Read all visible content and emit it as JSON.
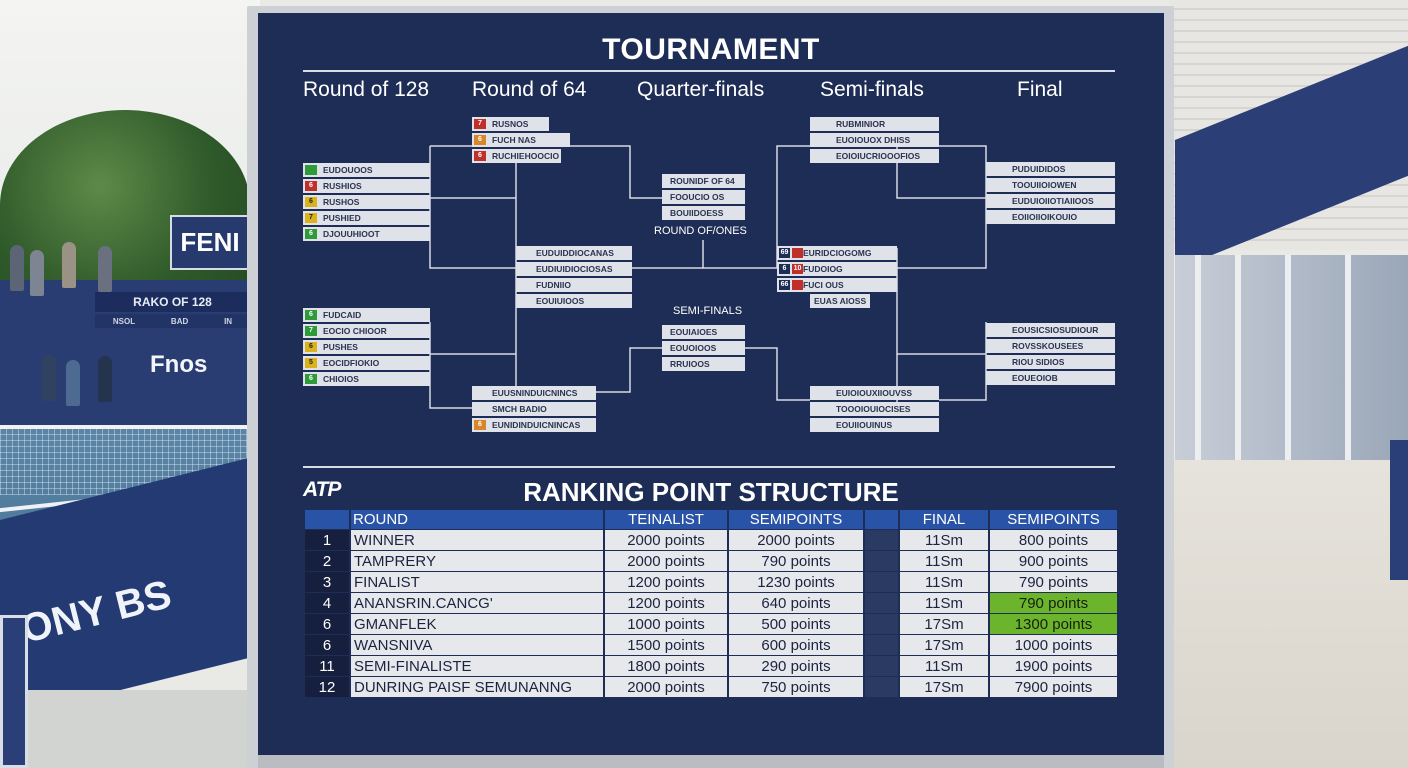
{
  "scene": {
    "venue_sign": "FENI",
    "stand_banner": "RAKO OF 128",
    "stand_logos": [
      "NSOL",
      "BAD",
      "IN"
    ],
    "stand_word": "Fnos",
    "barrier_word": "ONY BS"
  },
  "board": {
    "title": "TOURNAMENT",
    "rounds": [
      "Round of 128",
      "Round of 64",
      "Quarter-finals",
      "Semi-finals",
      "Final"
    ],
    "brackets": {
      "r128_top": [
        {
          "name": "EUDOUOOS",
          "flag": "green",
          "flag_text": ""
        },
        {
          "name": "RUSHIOS",
          "flag": "red",
          "flag_text": "6"
        },
        {
          "name": "RUSHOS",
          "flag": "yellow",
          "flag_text": "6"
        },
        {
          "name": "PUSHIED",
          "flag": "yellow",
          "flag_text": "7"
        },
        {
          "name": "DJOUUHIOOT",
          "flag": "green",
          "flag_text": "6"
        }
      ],
      "r128_bottom": [
        {
          "name": "FUDCAID",
          "flag": "green",
          "flag_text": "6"
        },
        {
          "name": "EOCIO CHIOOR",
          "flag": "green",
          "flag_text": "7"
        },
        {
          "name": "PUSHES",
          "flag": "yellow",
          "flag_text": "6"
        },
        {
          "name": "EOCIDFIOKIO",
          "flag": "yellow",
          "flag_text": "5"
        },
        {
          "name": "CHIOIOS",
          "flag": "green",
          "flag_text": "6"
        }
      ],
      "r64_top": [
        {
          "name": "RUSNOS",
          "flag": "red",
          "flag_text": "7"
        },
        {
          "name": "FUCH NAS",
          "flag": "orange",
          "flag_text": "6"
        },
        {
          "name": "RUCHIEHOOCIO",
          "flag": "red",
          "flag_text": "6"
        }
      ],
      "r64_bottom": [
        {
          "name": "EUUSNINDUICNINCS",
          "flag": "",
          "flag_text": ""
        },
        {
          "name": "SMCH BADIO",
          "flag": "",
          "flag_text": ""
        },
        {
          "name": "EUNIDINDUICNINCAS",
          "flag": "orange",
          "flag_text": "6"
        }
      ],
      "qf_left_top": [
        "EUDUIDDIOCANAS",
        "EUDIUIDIOCIOSAS",
        "FUDNIIO",
        "EOUIUIOOS"
      ],
      "qf_right_top": [
        {
          "name": "EURIDCIOGOMG",
          "seed": "69",
          "seed_color": "red"
        },
        {
          "name": "FUDOIOG",
          "seed": "10",
          "seed_color": "red"
        },
        {
          "name": "FUCI OUS",
          "seed": "66",
          "seed_color": "red"
        },
        {
          "name": "EUAS AIOSS",
          "seed": "",
          "seed_color": ""
        }
      ],
      "center_top": [
        "ROUNIDF OF 64",
        "FOOUCIO OS",
        "BOUIIDOESS"
      ],
      "center_bottom": [
        "EOUIAIOES",
        "EOUOIOOS",
        "RRUIOOS"
      ],
      "sf_right_top": [
        "RUBMINIOR",
        "EUOIOUOX DHISS",
        "EOIOIUCRIOOOFIOS"
      ],
      "sf_right_bottom": [
        "EUIOIOUXIIOUVSS",
        "TOOOIOUIOCISES",
        "EOUIIOUINUS"
      ],
      "final_top": [
        "PUDUIDIDOS",
        "TOOUIIOIOWEN",
        "EUDUIOIIOTIAIIOOS",
        "EOIIOIIOIKOUIO"
      ],
      "final_bottom": [
        "EOUSICSIOSUDIOUR",
        "ROVSSKOUSEES",
        "RIOU SIDIOS",
        "EOUEOIOB"
      ]
    },
    "center_labels": {
      "round": "ROUND OF/ONES",
      "semi": "SEMI-FINALS"
    }
  },
  "ranking": {
    "logo": "ATP",
    "title": "RANKING POINT STRUCTURE",
    "headers": [
      "ROUND",
      "TEINALIST",
      "SEMIPOINTS",
      "FINAL",
      "SEMIPOINTS"
    ],
    "rows": [
      {
        "num": "1",
        "round": "WINNER",
        "c1": "2000 points",
        "c2": "2000 points",
        "c3": "11Sm",
        "c4": "800 points",
        "hl": false
      },
      {
        "num": "2",
        "round": "TAMPRERY",
        "c1": "2000 points",
        "c2": "790 points",
        "c3": "11Sm",
        "c4": "900 points",
        "hl": false
      },
      {
        "num": "3",
        "round": "FINALIST",
        "c1": "1200 points",
        "c2": "1230 points",
        "c3": "11Sm",
        "c4": "790 points",
        "hl": false
      },
      {
        "num": "4",
        "round": "ANANSRIN.CANCG'",
        "c1": "1200 points",
        "c2": "640 points",
        "c3": "11Sm",
        "c4": "790 points",
        "hl": true
      },
      {
        "num": "6",
        "round": "GMANFLEK",
        "c1": "1000 points",
        "c2": "500 points",
        "c3": "17Sm",
        "c4": "1300 points",
        "hl": true
      },
      {
        "num": "6",
        "round": "WANSNIVA",
        "c1": "1500 points",
        "c2": "600 points",
        "c3": "17Sm",
        "c4": "1000 points",
        "hl": false
      },
      {
        "num": "11",
        "round": "SEMI-FINALISTE",
        "c1": "1800 points",
        "c2": "290 points",
        "c3": "11Sm",
        "c4": "1900 points",
        "hl": false
      },
      {
        "num": "12",
        "round": "DUNRING PAISF SEMUNANNG",
        "c1": "2000 points",
        "c2": "750 points",
        "c3": "17Sm",
        "c4": "7900 points",
        "hl": false
      }
    ]
  },
  "colors": {
    "board": "#1e2d55",
    "header_blue": "#2953a6",
    "highlight_green": "#6bb42c",
    "flag_green": "#2f9a3a",
    "flag_red": "#c0302b",
    "flag_yellow": "#d9b21e",
    "flag_orange": "#d9852a"
  }
}
